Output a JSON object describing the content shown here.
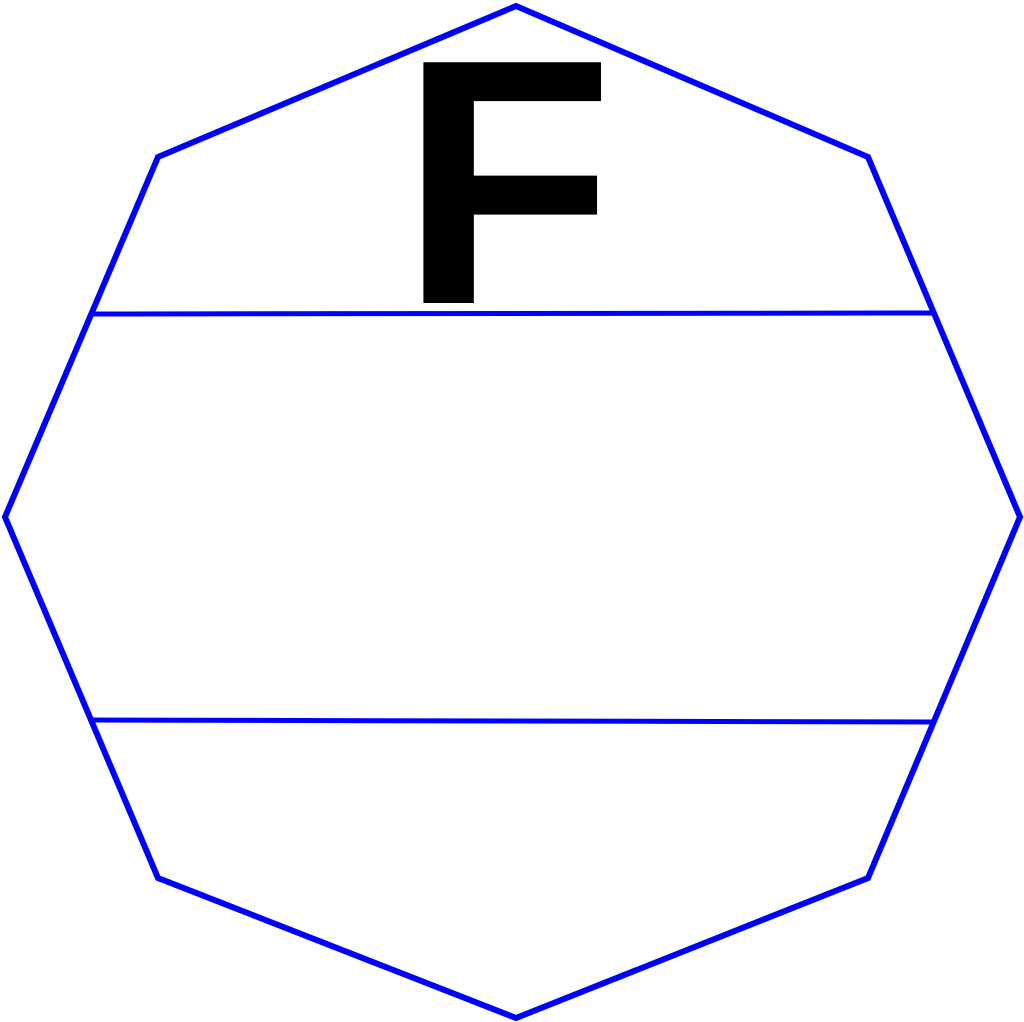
{
  "diagram": {
    "shape": "octagon",
    "stroke_color": "#0000ff",
    "label": "F",
    "label_color": "#000000",
    "background": "#ffffff",
    "divider_count": 2
  }
}
